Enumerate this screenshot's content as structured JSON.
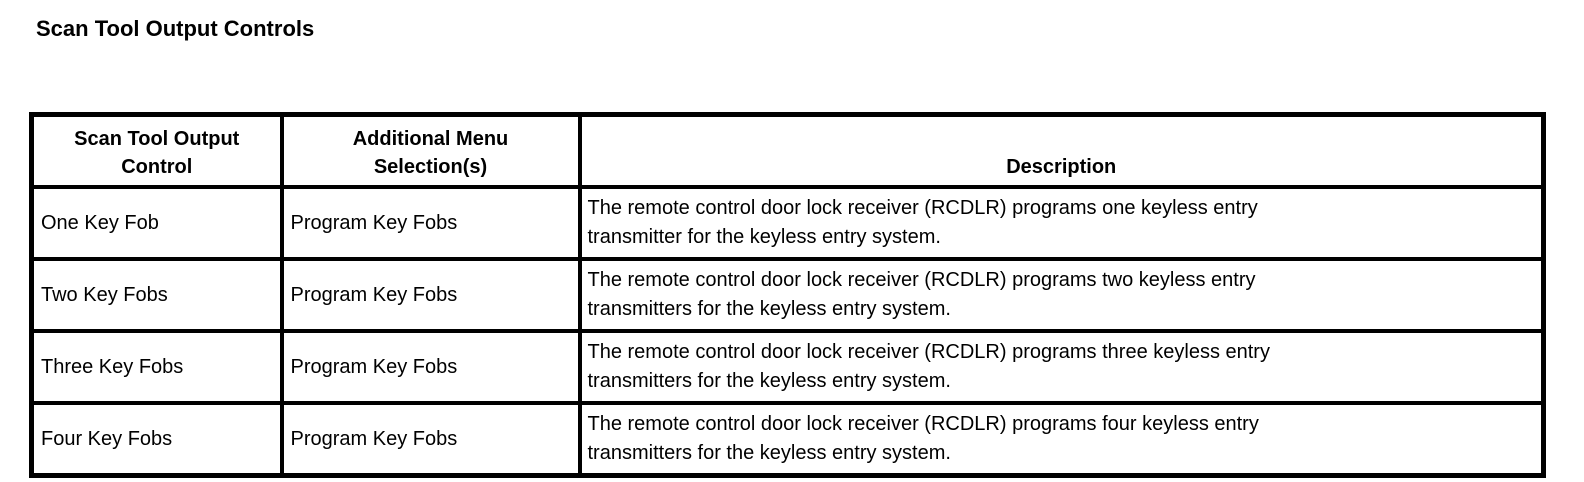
{
  "page": {
    "title": "Scan Tool Output Controls"
  },
  "table": {
    "columns": [
      {
        "id": "control",
        "label": "Scan Tool Output\nControl"
      },
      {
        "id": "menu",
        "label": "Additional Menu\nSelection(s)"
      },
      {
        "id": "description",
        "label": "Description"
      }
    ],
    "rows": [
      {
        "control": "One Key Fob",
        "menu": "Program Key Fobs",
        "description": "The remote control door lock receiver (RCDLR) programs one keyless entry\ntransmitter for the keyless entry system."
      },
      {
        "control": "Two Key Fobs",
        "menu": "Program Key Fobs",
        "description": "The remote control door lock receiver (RCDLR) programs two keyless entry\ntransmitters for the keyless entry system."
      },
      {
        "control": "Three Key Fobs",
        "menu": "Program Key Fobs",
        "description": "The remote control door lock receiver (RCDLR) programs three keyless entry\ntransmitters for the keyless entry system."
      },
      {
        "control": "Four Key Fobs",
        "menu": "Program Key Fobs",
        "description": "The remote control door lock receiver (RCDLR) programs four keyless entry\ntransmitters for the keyless entry system."
      }
    ]
  },
  "colors": {
    "border": "#000000",
    "text": "#000000",
    "background": "#ffffff"
  }
}
